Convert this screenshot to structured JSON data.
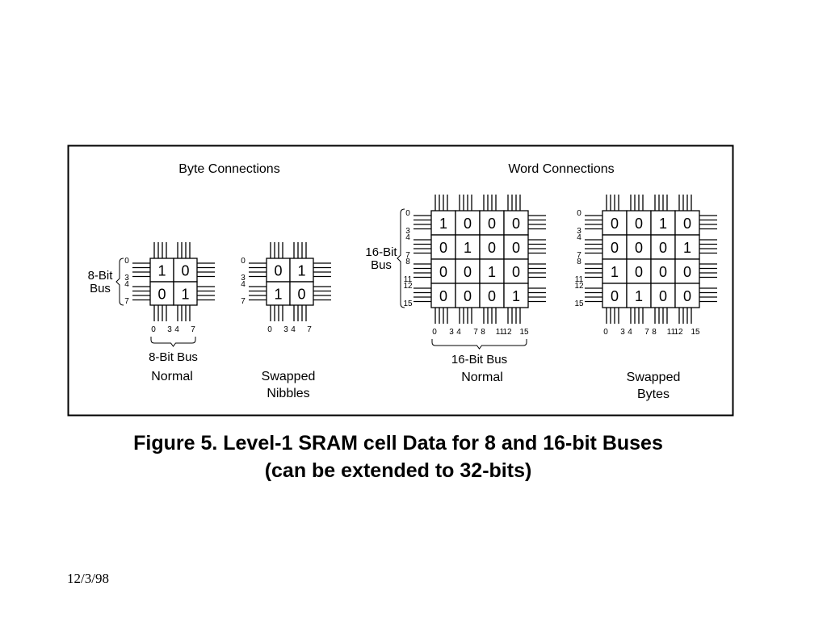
{
  "sections": {
    "byte": "Byte Connections",
    "word": "Word Connections"
  },
  "diagrams": [
    {
      "name": "byte-normal",
      "caption": [
        "Normal"
      ],
      "bus_left": [
        "8-Bit",
        "Bus"
      ],
      "bus_bottom": "8-Bit Bus",
      "cells": [
        [
          "1",
          "0"
        ],
        [
          "0",
          "1"
        ]
      ],
      "row_labels": [
        "0",
        "3",
        "4",
        "7"
      ],
      "col_labels": [
        "0",
        "3",
        "4",
        "7"
      ]
    },
    {
      "name": "byte-swapped-nibbles",
      "caption": [
        "Swapped",
        "Nibbles"
      ],
      "cells": [
        [
          "0",
          "1"
        ],
        [
          "1",
          "0"
        ]
      ],
      "row_labels": [
        "0",
        "3",
        "4",
        "7"
      ],
      "col_labels": [
        "0",
        "3",
        "4",
        "7"
      ]
    },
    {
      "name": "word-normal",
      "caption": [
        "Normal"
      ],
      "bus_left": [
        "16-Bit",
        "Bus"
      ],
      "bus_bottom": "16-Bit Bus",
      "cells": [
        [
          "1",
          "0",
          "0",
          "0"
        ],
        [
          "0",
          "1",
          "0",
          "0"
        ],
        [
          "0",
          "0",
          "1",
          "0"
        ],
        [
          "0",
          "0",
          "0",
          "1"
        ]
      ],
      "row_labels": [
        "0",
        "3",
        "4",
        "7",
        "8",
        "11",
        "12",
        "15"
      ],
      "col_labels": [
        "0",
        "3",
        "4",
        "7",
        "8",
        "11",
        "12",
        "15"
      ]
    },
    {
      "name": "word-swapped-bytes",
      "caption": [
        "Swapped",
        "Bytes"
      ],
      "cells": [
        [
          "0",
          "0",
          "1",
          "0"
        ],
        [
          "0",
          "0",
          "0",
          "1"
        ],
        [
          "1",
          "0",
          "0",
          "0"
        ],
        [
          "0",
          "1",
          "0",
          "0"
        ]
      ],
      "row_labels": [
        "0",
        "3",
        "4",
        "7",
        "8",
        "11",
        "12",
        "15"
      ],
      "col_labels": [
        "0",
        "3",
        "4",
        "7",
        "8",
        "11",
        "12",
        "15"
      ]
    }
  ],
  "caption": {
    "line1": "Figure 5. Level-1 SRAM cell Data for 8 and 16-bit Buses",
    "line2": "(can be extended to 32-bits)"
  },
  "footer": {
    "date": "12/3/98"
  }
}
